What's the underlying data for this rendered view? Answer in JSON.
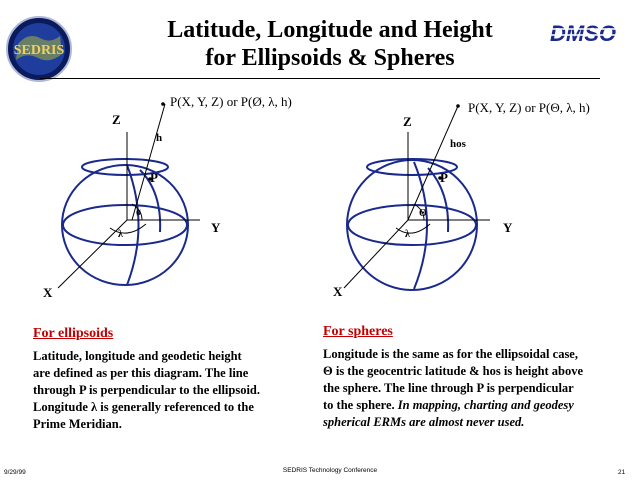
{
  "header": {
    "title_line1": "Latitude, Longitude and Height",
    "title_line2": "for Ellipsoids & Spheres",
    "logo_left_text": "SEDRIS",
    "logo_right_text": "DMSO"
  },
  "diagram_left": {
    "point_label": "P(X, Y, Z) or P(Ø, λ, h)",
    "axis_z": "Z",
    "axis_y": "Y",
    "axis_x": "X",
    "height_label": "h",
    "p_label": "P",
    "lat_label": "ø",
    "lon_label": "λ"
  },
  "diagram_right": {
    "point_label": "P(X, Y, Z) or P(Θ, λ, h)",
    "axis_z": "Z",
    "axis_y": "Y",
    "axis_x": "X",
    "height_label": "hos",
    "p_label": "P",
    "lat_label": "Θ",
    "lon_label": "λ"
  },
  "left_section": {
    "heading": "For ellipsoids",
    "line1": "Latitude, longitude and geodetic height",
    "line2": "are defined as per this diagram.  The line",
    "line3": "through P is perpendicular to the ellipsoid.",
    "line4": "Longitude λ is generally referenced to the",
    "line5": "Prime Meridian."
  },
  "right_section": {
    "heading": "For spheres",
    "line1": "Longitude is the same as for the ellipsoidal case,",
    "line2": "Θ is the geocentric latitude & hos is height above",
    "line3": "the sphere. The line through P is perpendicular",
    "line4": "to the sphere.",
    "line4_italic": "In mapping, charting and geodesy",
    "line5_italic": "spherical ERMs are almost never used."
  },
  "footer": {
    "date": "9/29/99",
    "conference": "SEDRIS Technology Conference",
    "page": "21"
  },
  "colors": {
    "sphere_blue": "#1a2a8c",
    "heading_red": "#c00000"
  }
}
